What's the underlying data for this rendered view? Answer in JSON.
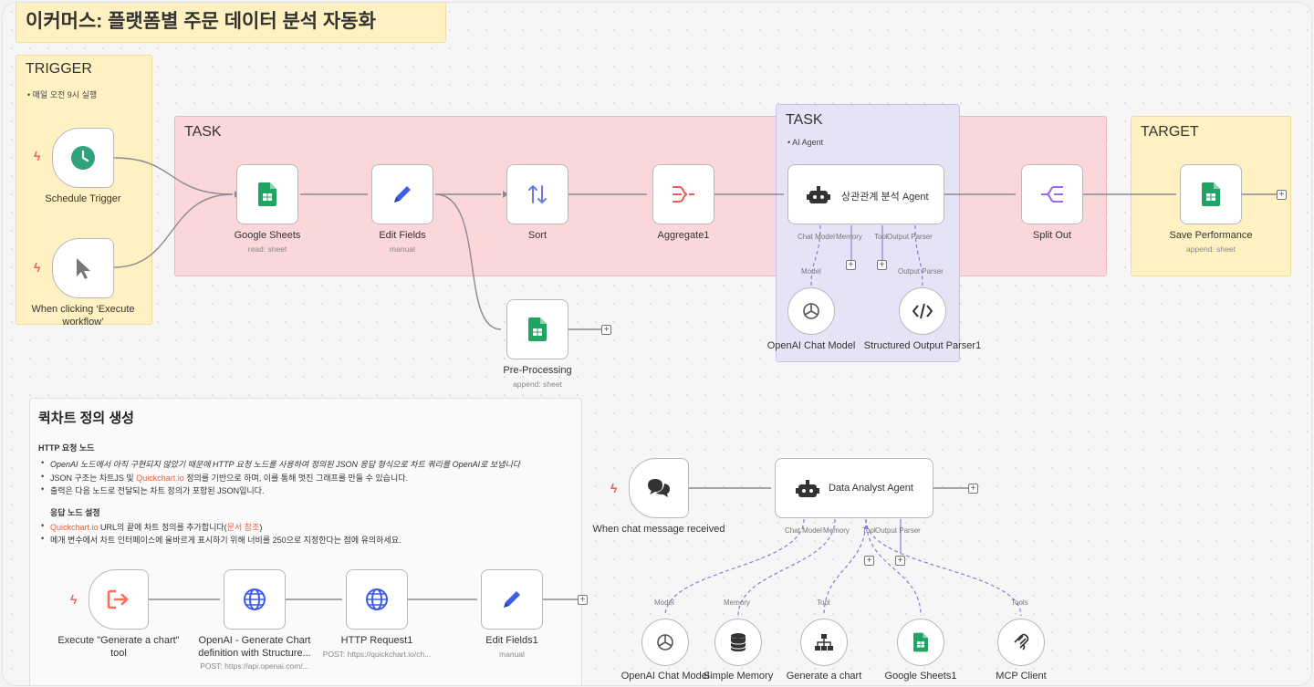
{
  "title": "이커머스: 플랫폼별 주문 데이터 분석 자동화",
  "sticky_trigger": {
    "title": "TRIGGER",
    "bullet": "매일 오전 9시 실행"
  },
  "sticky_task": {
    "title": "TASK"
  },
  "sticky_task_ai": {
    "title": "TASK",
    "bullet": "AI Agent"
  },
  "sticky_target": {
    "title": "TARGET"
  },
  "nodes": {
    "schedule": {
      "label": "Schedule Trigger"
    },
    "manual": {
      "label": "When clicking ‘Execute workflow’"
    },
    "gsheets": {
      "label": "Google Sheets",
      "sub": "read: sheet"
    },
    "edit": {
      "label": "Edit Fields",
      "sub": "manual"
    },
    "sort": {
      "label": "Sort"
    },
    "aggregate": {
      "label": "Aggregate1"
    },
    "agent1": {
      "label": "상관관계 분석 Agent"
    },
    "split": {
      "label": "Split Out"
    },
    "save": {
      "label": "Save Performance",
      "sub": "append: sheet"
    },
    "pre": {
      "label": "Pre-Processing",
      "sub": "append: sheet"
    },
    "openai1": {
      "label": "OpenAI Chat Model"
    },
    "structured": {
      "label": "Structured Output Parser1"
    },
    "chat": {
      "label": "When chat message received"
    },
    "agent2": {
      "label": "Data Analyst Agent"
    },
    "openai2": {
      "label": "OpenAI Chat Model"
    },
    "memory": {
      "label": "Simple Memory"
    },
    "genchart": {
      "label": "Generate a chart"
    },
    "gsheets1": {
      "label": "Google Sheets1"
    },
    "mcp": {
      "label": "MCP Client"
    },
    "exec": {
      "label": "Execute \"Generate a chart\" tool"
    },
    "openaigen": {
      "label": "OpenAI - Generate Chart definition with Structure...",
      "sub": "POST: https://api.openai.com/..."
    },
    "http": {
      "label": "HTTP Request1",
      "sub": "POST: https://quickchart.io/ch..."
    },
    "edit1": {
      "label": "Edit Fields1",
      "sub": "manual"
    }
  },
  "ports": {
    "chat_model": "Chat Model",
    "memory": "Memory",
    "tool": "Tool",
    "output_parser": "Output Parser",
    "model": "Model",
    "tools": "Tools"
  },
  "note": {
    "heading": "퀵차트 정의 생성",
    "sub1": "HTTP 요청 노드",
    "b1": "OpenAI 노드에서 아직 구현되지 않았기 때문에 HTTP 요청 노드를 사용하여 정의된 JSON 응답 형식으로 차트 쿼리를 OpenAI로 보냅니다",
    "b2_link": "Quickchart.io",
    "b2_pre": "JSON 구조는 차트JS 및 ",
    "b2_post": " 정의를 기반으로 하며, 이를 통해 멋진 그래프를 만들 수 있습니다.",
    "b3": "출력은 다음 노드로 전달되는 차트 정의가 포함된 JSON입니다.",
    "sub2": "응답 노드 설정",
    "b4_link": "Quickchart.io",
    "b4_mid": " URL의 끝에 차트 정의를 추가합니다(",
    "b4_link2": "문서 참조",
    "b4_end": ")",
    "b5": "메개 변수에서 차트 인터페이스에 올바르게 표시하기 위해 너비를 250으로 지정한다는 점에 유의하세요."
  },
  "colors": {
    "trigger": "#fff1c2",
    "task": "#fbd7da",
    "ai": "#e6e3f7",
    "target": "#fff1c2",
    "sheets": "#1fa463",
    "accent": "#ff6d5a",
    "purple": "#8c7cd6"
  }
}
